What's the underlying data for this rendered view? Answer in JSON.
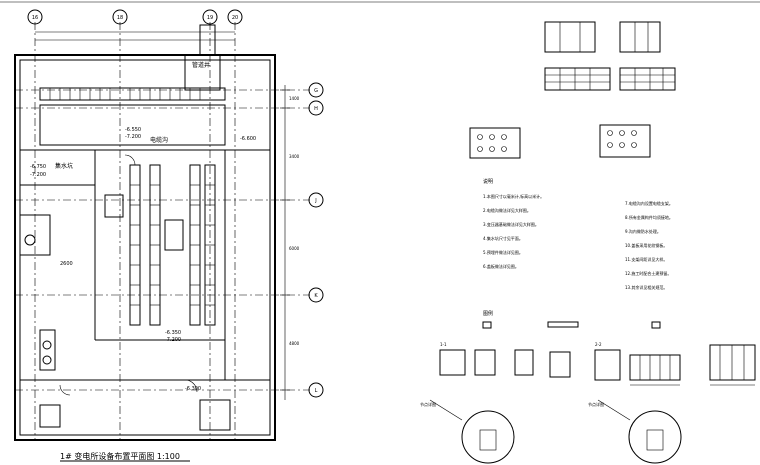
{
  "drawing": {
    "title": "1# 变电所设备布置平面图 1:100"
  },
  "grid_bubbles": {
    "top": [
      "16",
      "18",
      "19",
      "20"
    ],
    "right": [
      "G",
      "H",
      "J",
      "K",
      "L"
    ]
  },
  "plan_labels": {
    "cable_trench": "电缆沟",
    "elev_right": "-6.600",
    "elev_left_a": "-6.750",
    "elev_left_b": "-7.200",
    "collect_pit": "集水坑",
    "elev_mid_a": "-6.550",
    "elev_mid_b": "-7.200",
    "elev_bottom_a": "-6.350",
    "elev_bottom_b": "-7.200",
    "pipe_well": "管道井",
    "elev_bottom": "-6.300",
    "dim_2600": "2600",
    "dim_1400": "1400",
    "dim_3400": "3400",
    "dim_6000": "6000",
    "dim_4800": "4800"
  },
  "notes": {
    "heading": "说明",
    "items": [
      "1.本图尺寸以毫米计,标高以米计。",
      "2.电缆沟做法详见大样图。",
      "3.变压器基础做法详见大样图。",
      "4.集水坑尺寸见平面。",
      "5.预埋件做法详见图。",
      "6.盖板做法详见图。"
    ],
    "right_items": [
      "7.电缆沟内设置电缆支架。",
      "8.所有金属构件均须接地。",
      "9.沟内做防水处理。",
      "10.盖板采用花纹钢板。",
      "11.支架间距详见大样。",
      "12.施工时配合土建预留。",
      "13.其余详见相关规范。"
    ]
  },
  "legend": {
    "heading": "图例"
  },
  "detail_labels": {
    "d1": "1-1",
    "d2": "2-2",
    "circle_a": "节点详图",
    "circle_b": "节点详图"
  }
}
